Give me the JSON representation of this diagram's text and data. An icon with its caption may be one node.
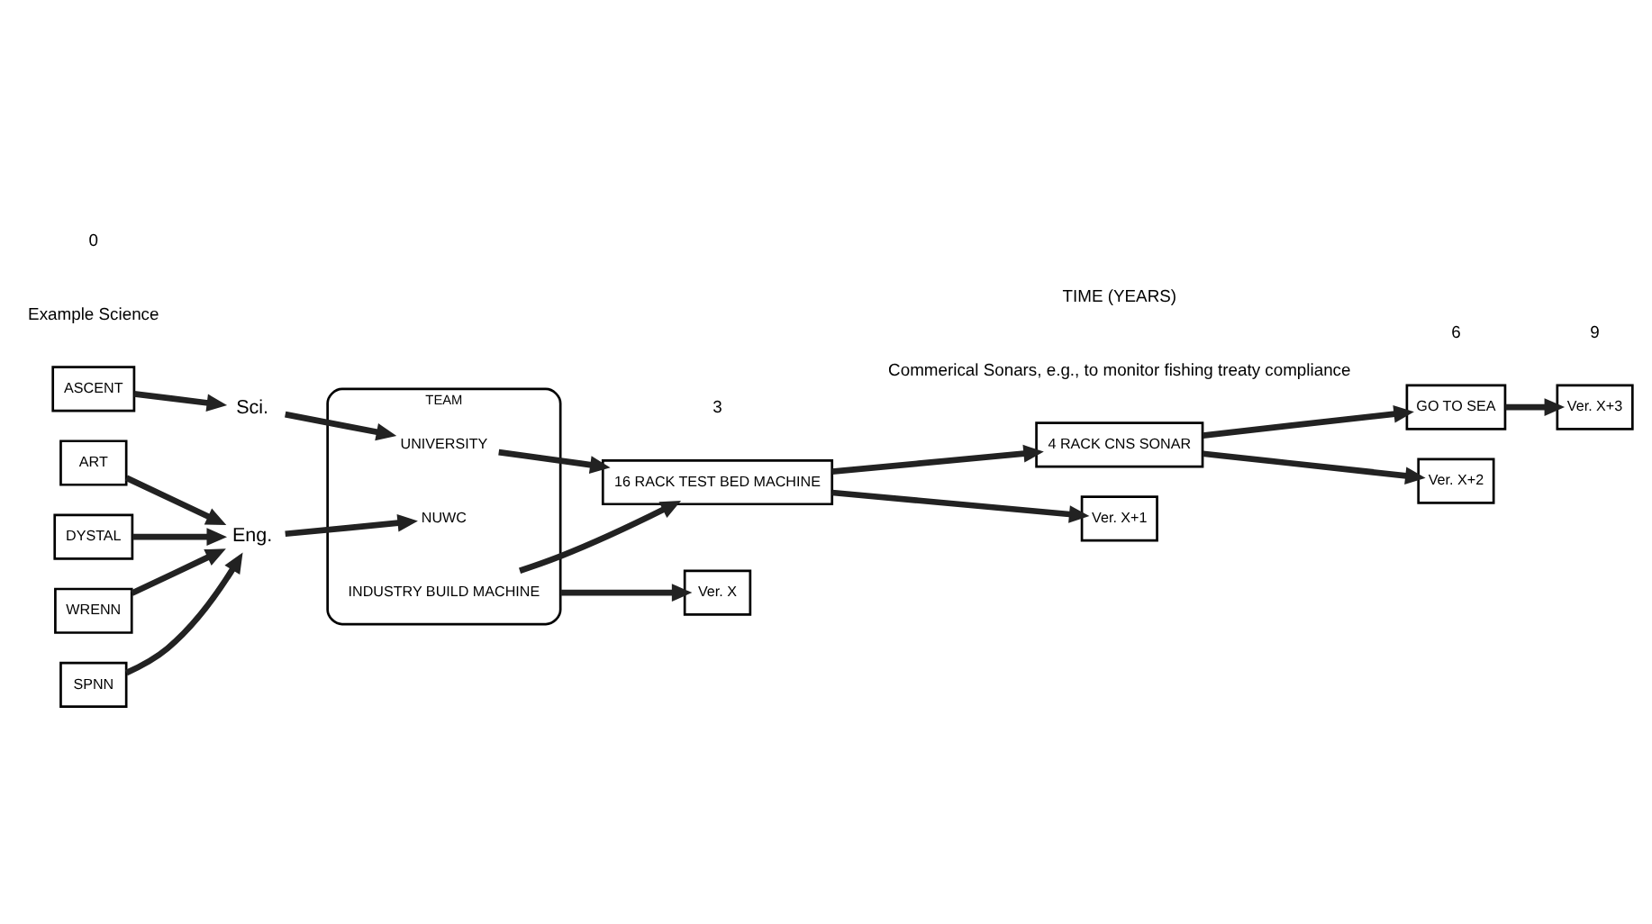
{
  "diagram": {
    "nodes": [
      {
        "text": [
          "ASCENT"
        ]
      },
      {
        "text": [
          "ART"
        ]
      },
      {
        "text": [
          "DYSTAL"
        ]
      },
      {
        "text": [
          "WRENN"
        ]
      },
      {
        "text": [
          "SPNN"
        ]
      },
      {
        "text": [
          "Sci."
        ]
      },
      {
        "text": [
          "Eng."
        ]
      },
      {
        "text": [
          "TEAM"
        ]
      },
      {
        "text": [
          "UNIVERSITY"
        ],
        "in": 7
      },
      {
        "text": [
          "NUWC"
        ],
        "in": 7
      },
      {
        "text": [
          "INDUSTRY BUILD MACHINE"
        ],
        "in": 7
      },
      {
        "text": [
          "16 RACK TEST BED MACHINE"
        ]
      },
      {
        "text": [
          "4 RACK CNS SONAR"
        ]
      },
      {
        "text": [
          "GO TO SEA"
        ]
      },
      {
        "text": [
          "Ver. X"
        ]
      },
      {
        "text": [
          "Ver. X+1"
        ]
      },
      {
        "text": [
          "Ver. X+2"
        ]
      },
      {
        "text": [
          "Ver. X+3"
        ]
      }
    ],
    "edges": [
      {
        "from": 0,
        "to": 5,
        "arrow": "to"
      },
      {
        "from": 1,
        "to": 6,
        "arrow": "to"
      },
      {
        "from": 2,
        "to": 6,
        "arrow": "to"
      },
      {
        "from": 3,
        "to": 6,
        "arrow": "to"
      },
      {
        "from": 4,
        "to": 6,
        "arrow": "to"
      },
      {
        "from": 5,
        "to": 8,
        "arrow": "to"
      },
      {
        "from": 6,
        "to": 9,
        "arrow": "to"
      },
      {
        "from": 8,
        "to": 11,
        "arrow": "to"
      },
      {
        "from": 10,
        "to": 11,
        "arrow": "to"
      },
      {
        "from": 11,
        "to": 12,
        "arrow": "to"
      },
      {
        "from": 12,
        "to": 13,
        "arrow": "to"
      },
      {
        "from": 7,
        "to": 14,
        "arrow": "to"
      },
      {
        "from": 11,
        "to": 15,
        "arrow": "to"
      },
      {
        "from": 12,
        "to": 16,
        "arrow": "to"
      },
      {
        "from": 13,
        "to": 17,
        "arrow": "to"
      }
    ],
    "labels": [
      "Example Science",
      "Commerical Sonars, e.g., to monitor fishing treaty compliance",
      "0",
      "3",
      "6",
      "9",
      "TIME (YEARS)"
    ]
  }
}
